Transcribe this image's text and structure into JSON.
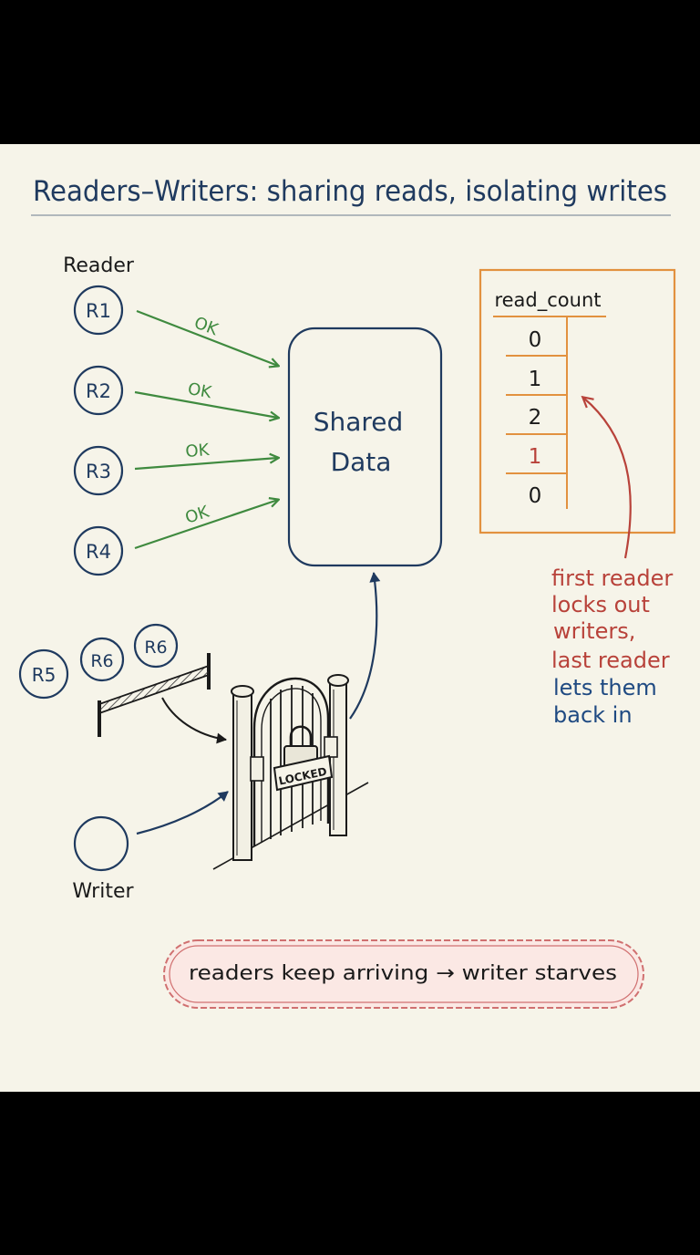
{
  "title": "Readers–Writers: sharing reads, isolating writes",
  "reader_group_label": "Reader",
  "readers": [
    {
      "id": "R1",
      "label": "R1",
      "status": "OK"
    },
    {
      "id": "R2",
      "label": "R2",
      "status": "OK"
    },
    {
      "id": "R3",
      "label": "R3",
      "status": "OK"
    },
    {
      "id": "R4",
      "label": "R4",
      "status": "OK"
    }
  ],
  "waiting_readers": [
    {
      "label": "R5"
    },
    {
      "label": "R6"
    },
    {
      "label": "R6"
    }
  ],
  "shared_data": {
    "line1": "Shared",
    "line2": "Data"
  },
  "read_count": {
    "label": "read_count",
    "values": [
      "0",
      "1",
      "2",
      "1",
      "0"
    ]
  },
  "gate_sign": "LOCKED",
  "writer_label": "Writer",
  "note": {
    "lines_red": [
      "first reader",
      "locks out",
      "writers,",
      "last reader"
    ],
    "lines_blue": [
      "lets them",
      "back in"
    ]
  },
  "starvation_banner": "readers keep arriving → writer starves",
  "colors": {
    "title": "#1f3a5f",
    "reader": "#1f3a5f",
    "ok_arrow": "#3f8a3f",
    "counter_frame": "#e2913f",
    "note_red": "#b8423a",
    "note_blue": "#1f4a82",
    "banner_border": "#d07070",
    "banner_fill": "#fbe8e4"
  }
}
